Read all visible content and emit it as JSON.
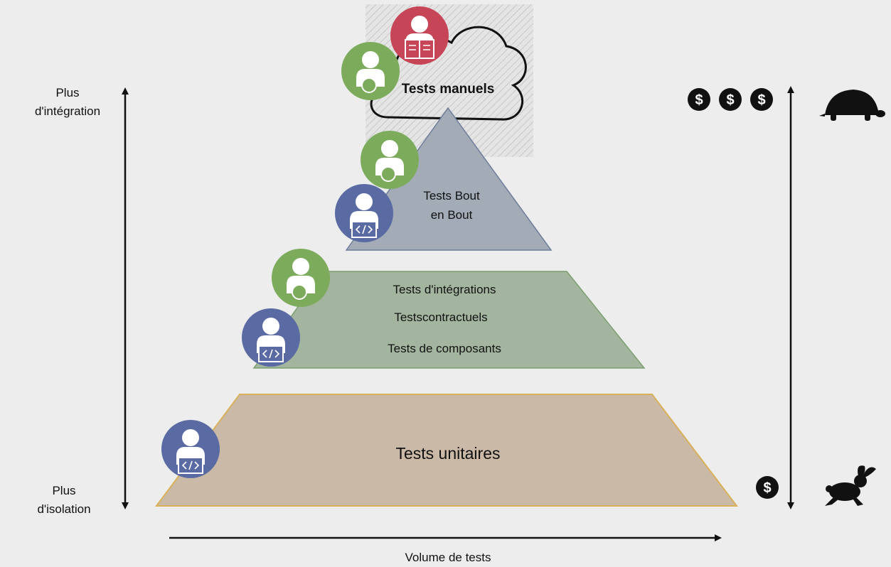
{
  "left_axis": {
    "top_label_line1": "Plus",
    "top_label_line2": "d'intégration",
    "bottom_label_line1": "Plus",
    "bottom_label_line2": "d'isolation"
  },
  "bottom_axis": {
    "label": "Volume de tests"
  },
  "levels": {
    "manual": "Tests manuels",
    "e2e_line1": "Tests Bout",
    "e2e_line2": "en Bout",
    "integration": "Tests d'intégrations",
    "contract": "Testscontractuels",
    "component": "Tests de composants",
    "unit": "Tests unitaires"
  },
  "cost": {
    "high_symbol": "$",
    "low_symbol": "$"
  },
  "speed": {
    "slow_icon": "turtle-icon",
    "fast_icon": "rabbit-icon"
  },
  "colors": {
    "manual_tester": "#c64556",
    "human_tester": "#7bab5b",
    "developer": "#5a6aa3",
    "e2e_fill": "#a2abb6",
    "integration_fill": "#a3b59f",
    "unit_fill": "#cbb9a7"
  }
}
